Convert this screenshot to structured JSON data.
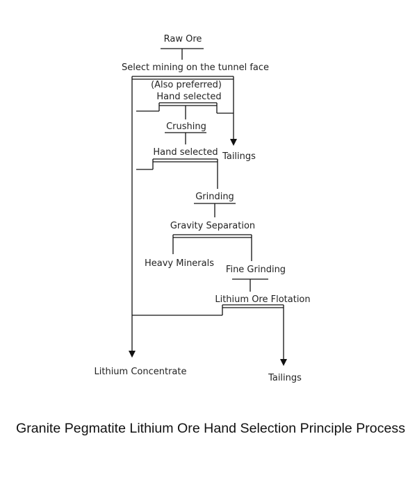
{
  "nodes": {
    "raw_ore": "Raw Ore",
    "select_mining": "Select mining on the tunnel face",
    "also_preferred": "(Also preferred)",
    "hand_selected_1": "Hand selected",
    "crushing": "Crushing",
    "hand_selected_2": "Hand selected",
    "tailings_1": "Tailings",
    "grinding": "Grinding",
    "gravity_separation": "Gravity Separation",
    "heavy_minerals": "Heavy Minerals",
    "fine_grinding": "Fine Grinding",
    "lithium_ore_flotation": "Lithium Ore Flotation",
    "lithium_concentrate": "Lithium Concentrate",
    "tailings_2": "Tailings"
  },
  "caption": "Granite Pegmatite Lithium Ore Hand Selection Principle Process"
}
